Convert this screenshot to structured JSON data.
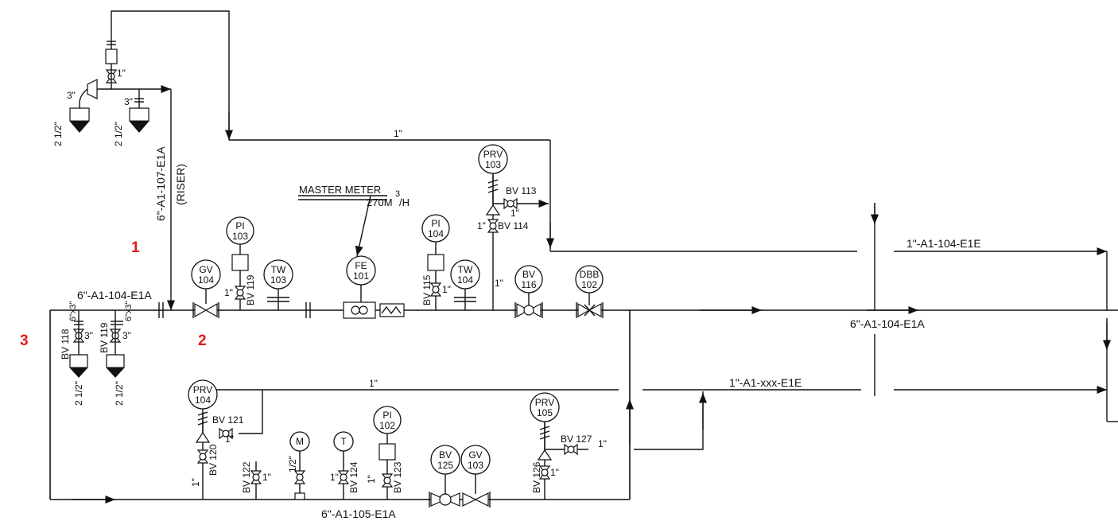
{
  "markers": [
    "1",
    "2",
    "3"
  ],
  "pipes": {
    "riser_line": "6\"-A1-107-E1A",
    "riser_note": "(RISER)",
    "main_left": "6\"-A1-104-E1A",
    "main_right": "6\"-A1-104-E1A",
    "bottom": "6\"-A1-105-E1A",
    "branch_top": "1\"-A1-104-E1E",
    "branch_mid": "1\"-A1-xxx-E1E"
  },
  "meter": {
    "title": "MASTER METER",
    "flow": "270M",
    "sup": "3",
    "unit": "/H"
  },
  "bubbles": [
    {
      "tag": "PRV",
      "num": "103"
    },
    {
      "tag": "PI",
      "num": "103"
    },
    {
      "tag": "GV",
      "num": "104"
    },
    {
      "tag": "TW",
      "num": "103"
    },
    {
      "tag": "FE",
      "num": "101"
    },
    {
      "tag": "PI",
      "num": "104"
    },
    {
      "tag": "TW",
      "num": "104"
    },
    {
      "tag": "BV",
      "num": "116"
    },
    {
      "tag": "DBB",
      "num": "102"
    },
    {
      "tag": "PRV",
      "num": "104"
    },
    {
      "tag": "M",
      "num": ""
    },
    {
      "tag": "T",
      "num": ""
    },
    {
      "tag": "PI",
      "num": "102"
    },
    {
      "tag": "BV",
      "num": "125"
    },
    {
      "tag": "GV",
      "num": "103"
    },
    {
      "tag": "PRV",
      "num": "105"
    }
  ],
  "valves": {
    "bv113": "BV 113",
    "bv114": "BV 114",
    "bv115": "BV 115",
    "bv118": "BV 118",
    "bv119": "BV 119",
    "bv120": "BV 120",
    "bv121": "BV 121",
    "bv122": "BV 122",
    "bv123": "BV 123",
    "bv124": "BV 124",
    "bv126": "BV 126",
    "bv127": "BV 127"
  },
  "sizes": {
    "one": "1\"",
    "three": "3\"",
    "two_half": "2 1/2\"",
    "half": "1/2\"",
    "reducer": "6\"x3\""
  }
}
